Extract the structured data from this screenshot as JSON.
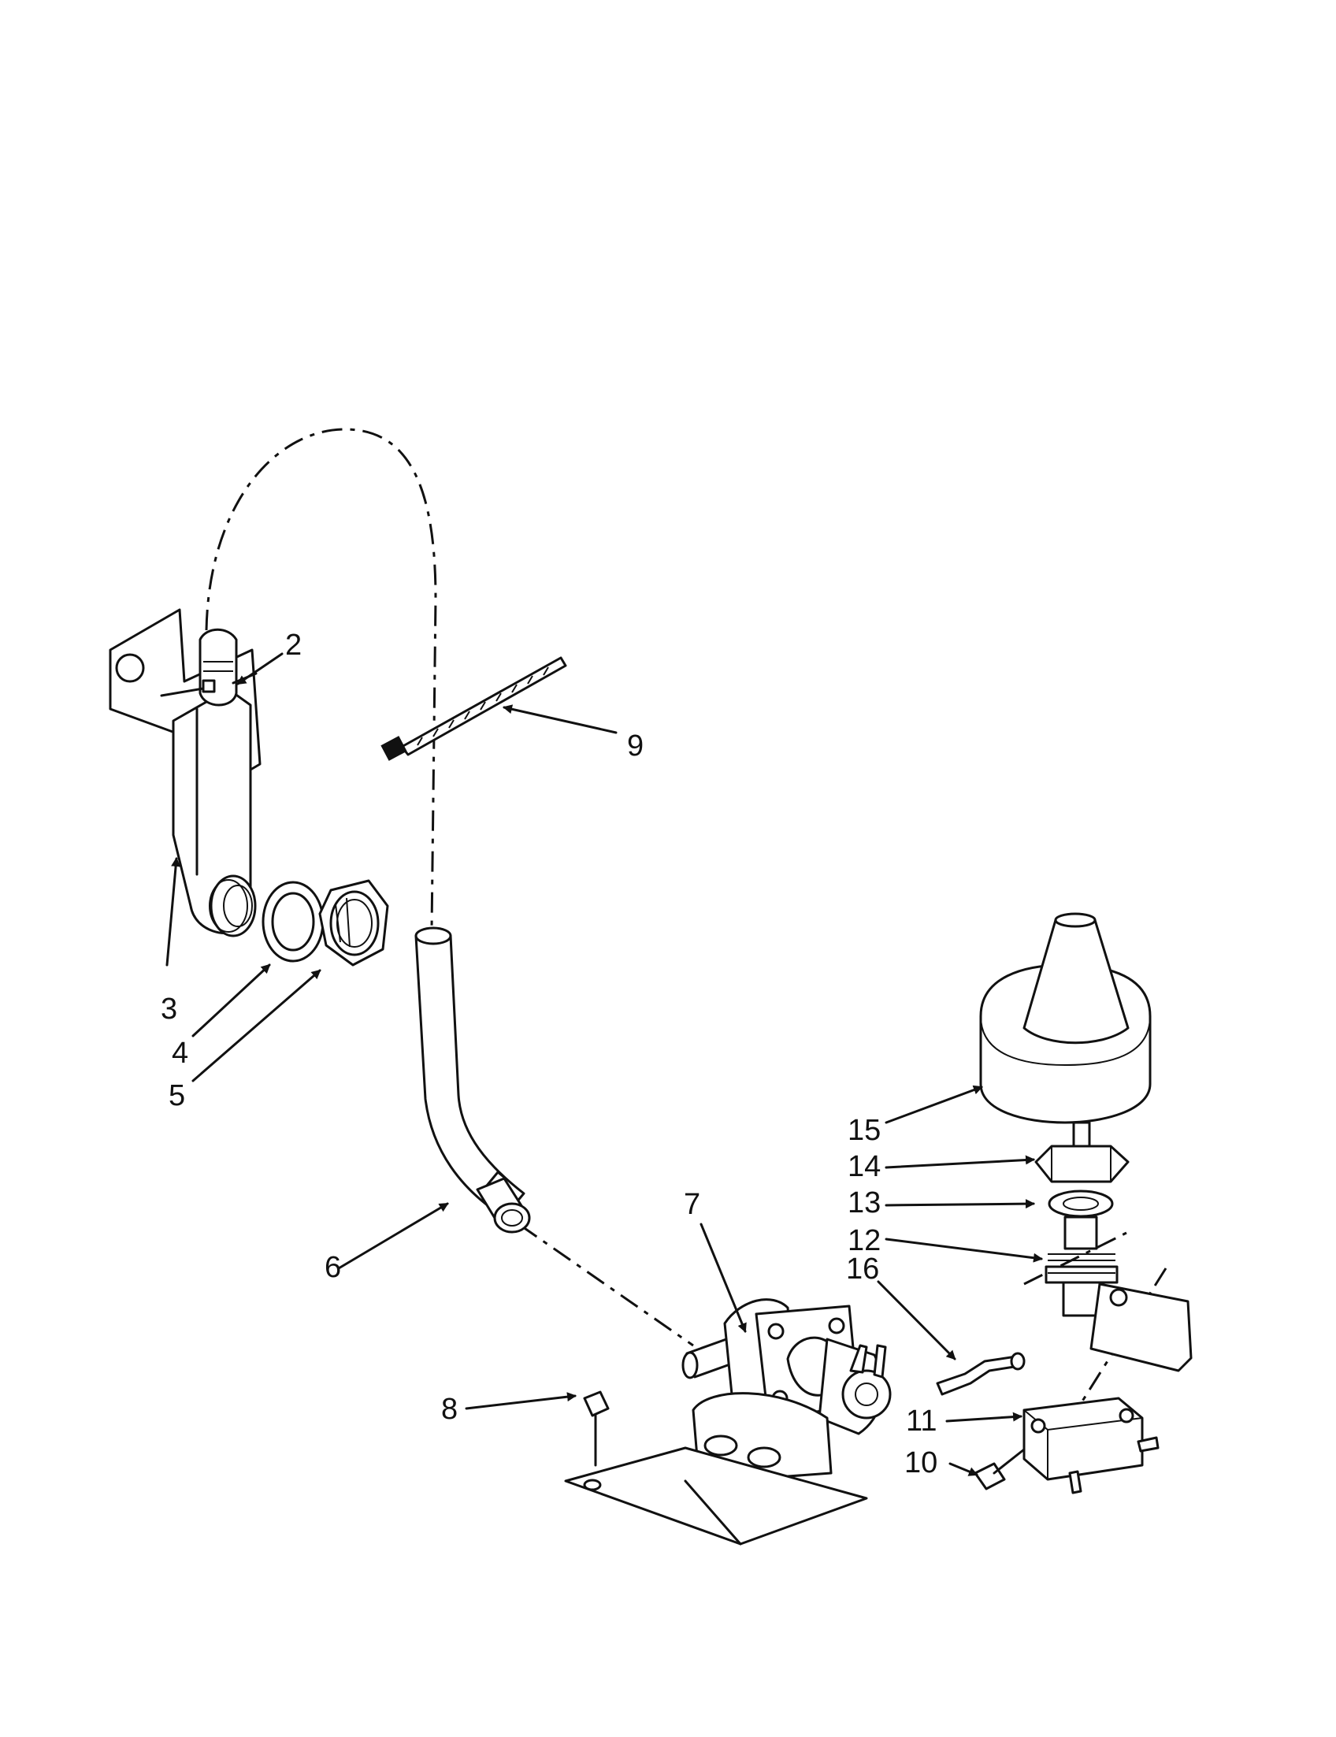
{
  "callouts": {
    "c2": "2",
    "c3": "3",
    "c4": "4",
    "c5": "5",
    "c6": "6",
    "c7": "7",
    "c8": "8",
    "c9": "9",
    "c10": "10",
    "c11": "11",
    "c12": "12",
    "c13": "13",
    "c14": "14",
    "c15": "15",
    "c16": "16"
  }
}
